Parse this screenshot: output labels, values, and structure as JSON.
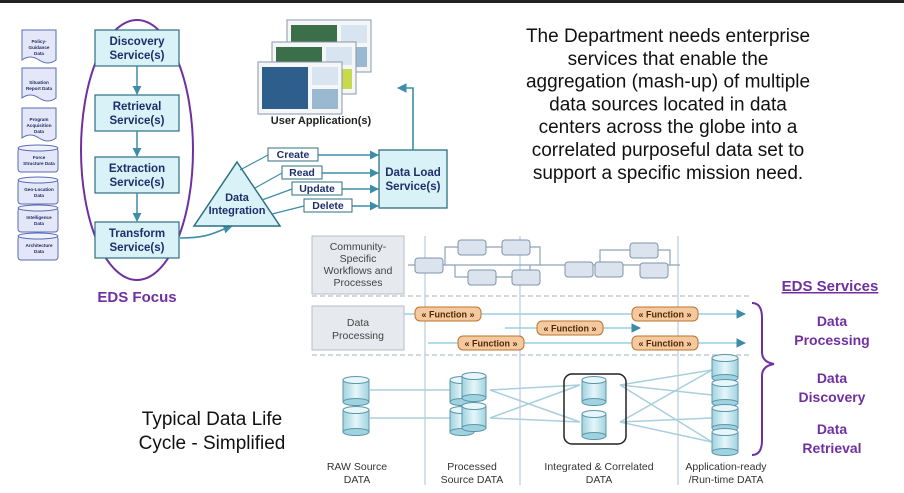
{
  "sources": [
    {
      "lines": [
        "Policy-",
        "Guidance",
        "Data"
      ]
    },
    {
      "lines": [
        "Situation",
        "Report Data"
      ]
    },
    {
      "lines": [
        "Program",
        "Acquisition",
        "Data"
      ]
    },
    {
      "lines": [
        "Force",
        "Structure Data"
      ]
    },
    {
      "lines": [
        "Geo-Location",
        "Data"
      ]
    },
    {
      "lines": [
        "Intelligence",
        "Data"
      ]
    },
    {
      "lines": [
        "Architecture",
        "Data"
      ]
    }
  ],
  "services": [
    {
      "lines": [
        "Discovery",
        "Service(s)"
      ]
    },
    {
      "lines": [
        "Retrieval",
        "Service(s)"
      ]
    },
    {
      "lines": [
        "Extraction",
        "Service(s)"
      ]
    },
    {
      "lines": [
        "Transform",
        "Service(s)"
      ]
    }
  ],
  "eds_focus": "EDS Focus",
  "data_integration": [
    "Data",
    "Integration"
  ],
  "crud": [
    "Create",
    "Read",
    "Update",
    "Delete"
  ],
  "data_load": [
    "Data Load",
    "Service(s)"
  ],
  "user_app": "User Application(s)",
  "statement": [
    "The Department needs enterprise",
    "services that enable the",
    "aggregation (mash-up) of multiple",
    "data sources located in data",
    "centers across the globe into a",
    "correlated purposeful data set to",
    "support a specific mission need."
  ],
  "lifecycle_title": [
    "Typical Data Life",
    "Cycle - Simplified"
  ],
  "rows": {
    "community": [
      "Community-",
      "Specific",
      "Workflows and",
      "Processes"
    ],
    "processing": [
      "Data",
      "Processing"
    ]
  },
  "function_label": "« Function »",
  "stages": [
    [
      "RAW Source",
      "DATA"
    ],
    [
      "Processed",
      "Source DATA"
    ],
    [
      "Integrated & Correlated",
      "DATA"
    ],
    [
      "Application-ready",
      "/Run-time DATA"
    ]
  ],
  "eds_services": {
    "title": "EDS Services",
    "items": [
      [
        "Data",
        "Processing"
      ],
      [
        "Data",
        "Discovery"
      ],
      [
        "Data",
        "Retrieval"
      ]
    ]
  },
  "colors": {
    "box_fill": "#d9f2f7",
    "box_stroke": "#2e6f80",
    "purple": "#7030a0",
    "function_fill": "#f6c89d",
    "arrow": "#3d8da8"
  }
}
